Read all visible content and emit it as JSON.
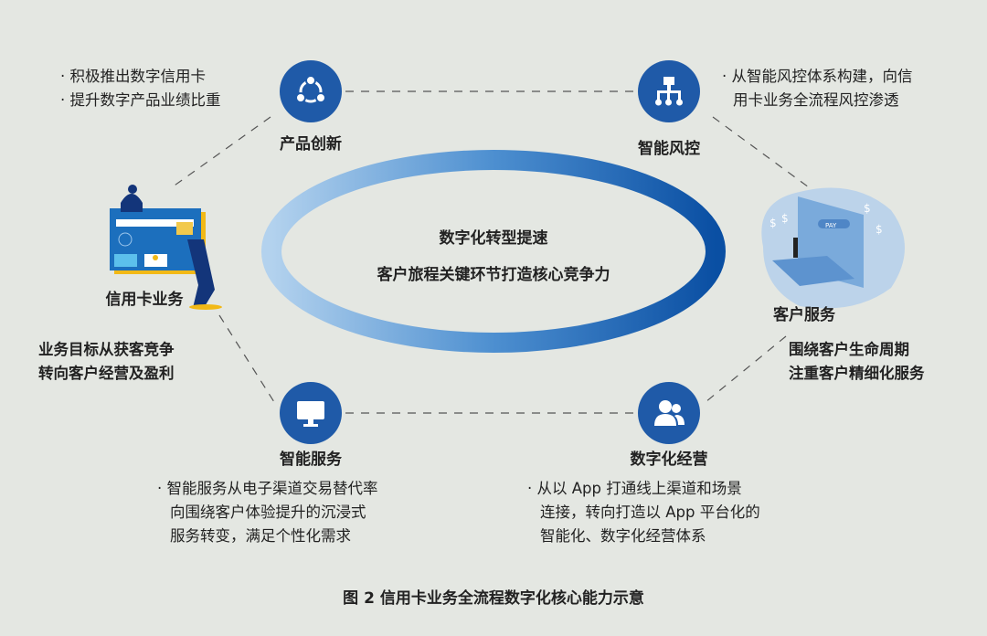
{
  "center": {
    "line1": "数字化转型提速",
    "line2": "客户旅程关键环节打造核心竞争力"
  },
  "nodes": {
    "product": {
      "label": "产品创新",
      "icon": "share-nodes-icon",
      "desc": [
        "· 积极推出数字信用卡",
        "· 提升数字产品业绩比重"
      ]
    },
    "risk": {
      "label": "智能风控",
      "icon": "hierarchy-icon",
      "desc": [
        "· 从智能风控体系构建，向信",
        "用卡业务全流程风控渗透"
      ]
    },
    "card": {
      "label": "信用卡业务",
      "icon": "credit-card-illustration",
      "desc": [
        "业务目标从获客竞争",
        "转向客户经营及盈利"
      ]
    },
    "customer": {
      "label": "客户服务",
      "icon": "pay-illustration",
      "desc": [
        "围绕客户生命周期",
        "注重客户精细化服务"
      ],
      "pay_text": "PAY"
    },
    "service": {
      "label": "智能服务",
      "icon": "monitor-icon",
      "desc": [
        "· 智能服务从电子渠道交易替代率",
        "向围绕客户体验提升的沉浸式",
        "服务转变，满足个性化需求"
      ]
    },
    "ops": {
      "label": "数字化经营",
      "icon": "users-icon",
      "desc": [
        "· 从以 App 打通线上渠道和场景",
        "连接，转向打造以 App 平台化的",
        "智能化、数字化经营体系"
      ]
    }
  },
  "caption": "图 2  信用卡业务全流程数字化核心能力示意",
  "colors": {
    "circle": "#1f5aa8",
    "ring_light": "#a9cbea",
    "ring_dark": "#0a4fa3",
    "background": "#e4e7e2"
  }
}
